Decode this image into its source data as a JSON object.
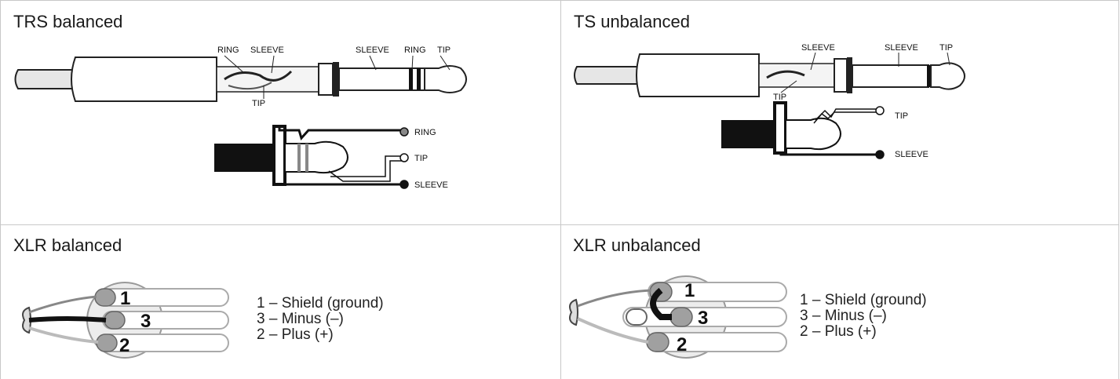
{
  "panels": {
    "trs": {
      "title": "TRS balanced",
      "plug_labels": {
        "ring_a": "RING",
        "sleeve_a": "SLEEVE",
        "sleeve_b": "SLEEVE",
        "ring_b": "RING",
        "tip_a": "TIP",
        "tip_b": "TIP"
      },
      "jack_labels": {
        "ring": "RING",
        "tip": "TIP",
        "sleeve": "SLEEVE"
      }
    },
    "ts": {
      "title": "TS unbalanced",
      "plug_labels": {
        "sleeve_a": "SLEEVE",
        "sleeve_b": "SLEEVE",
        "tip_a": "TIP",
        "tip_b": "TIP"
      },
      "jack_labels": {
        "tip": "TIP",
        "sleeve": "SLEEVE"
      }
    },
    "xlr_bal": {
      "title": "XLR balanced",
      "pins": [
        "1 – Shield (ground)",
        "3 – Minus (–)",
        "2 – Plus (+)"
      ],
      "numbers": {
        "n1": "1",
        "n3": "3",
        "n2": "2"
      }
    },
    "xlr_unbal": {
      "title": "XLR unbalanced",
      "pins": [
        "1 – Shield (ground)",
        "3 – Minus (–)",
        "2 – Plus (+)"
      ],
      "numbers": {
        "n1": "1",
        "n3": "3",
        "n2": "2"
      }
    }
  }
}
